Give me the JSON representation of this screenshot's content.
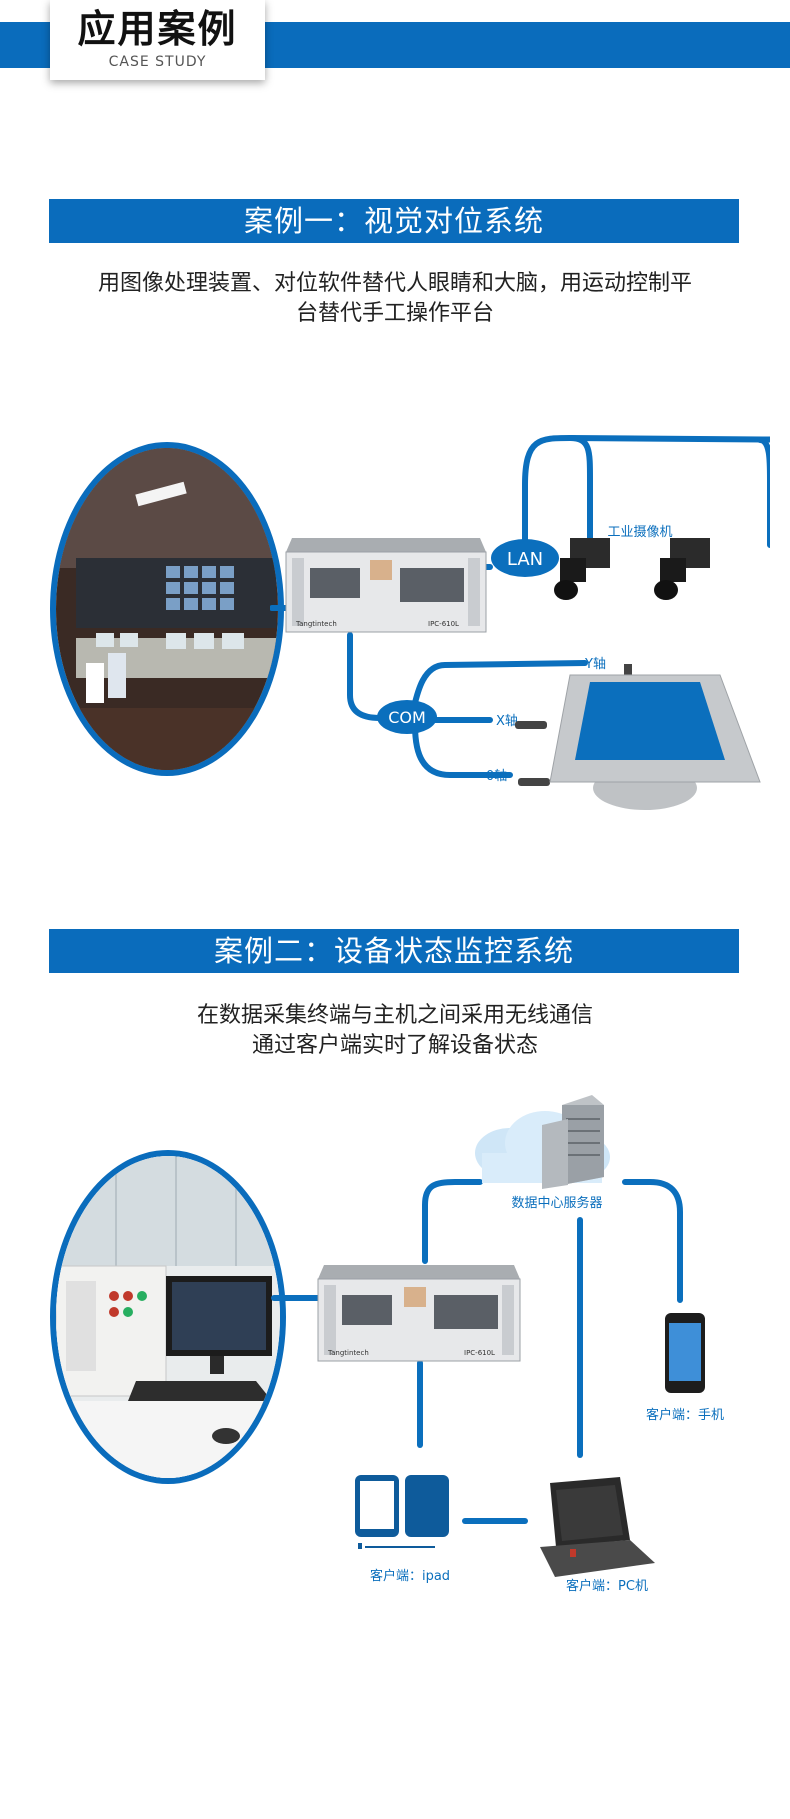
{
  "header": {
    "title": "应用案例",
    "subtitle": "CASE STUDY"
  },
  "case1": {
    "title": "案例一：视觉对位系统",
    "desc_line1": "用图像处理装置、对位软件替代人眼睛和大脑，用运动控制平",
    "desc_line2": "台替代手工操作平台",
    "lan": "LAN",
    "com": "COM",
    "camera": "工业摄像机",
    "y_axis": "Y轴",
    "x_axis": "X轴",
    "theta_axis": "0轴",
    "ipc_brand": "Tangtintech",
    "ipc_model": "IPC-610L"
  },
  "case2": {
    "title": "案例二：设备状态监控系统",
    "desc_line1": "在数据采集终端与主机之间采用无线通信",
    "desc_line2": "通过客户端实时了解设备状态",
    "server": "数据中心服务器",
    "phone": "客户端：手机",
    "ipad": "客户端：ipad",
    "pc": "客户端：PC机",
    "ipc_brand": "Tangtintech",
    "ipc_model": "IPC-610L"
  },
  "colors": {
    "brand_blue": "#0a6cbc",
    "line_blue": "#0b6fbd"
  }
}
